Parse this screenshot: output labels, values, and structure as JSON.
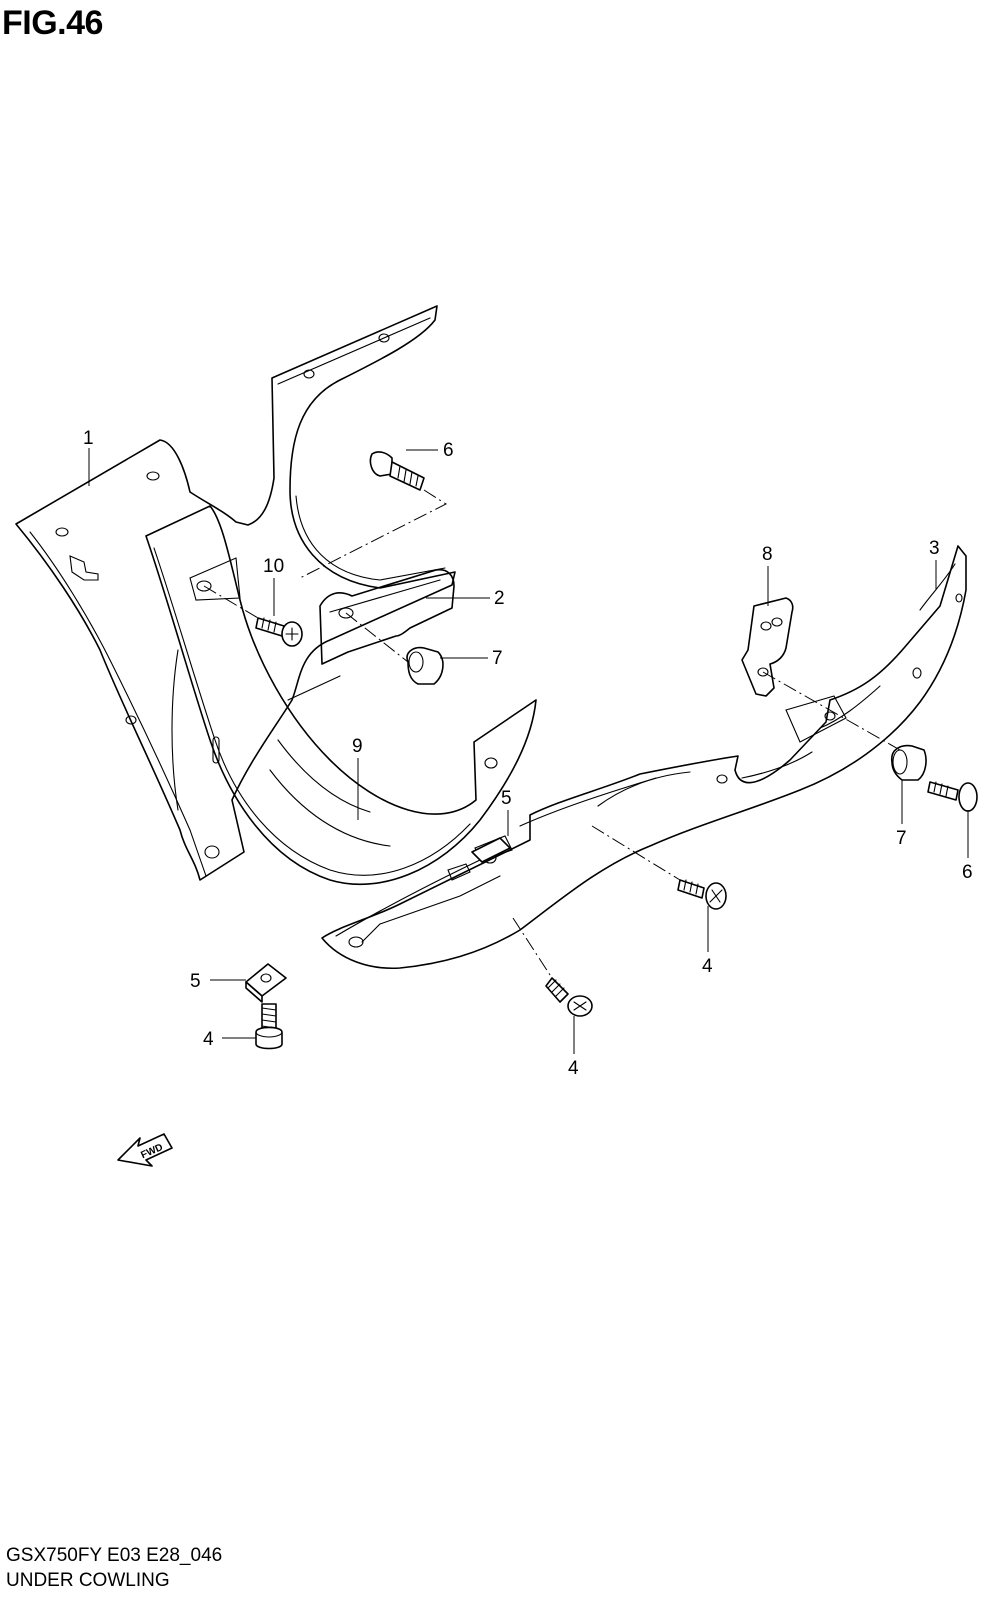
{
  "figure_title": "FIG.46",
  "model_code": "GSX750FY E03 E28_046",
  "section_name": "UNDER COWLING",
  "fwd_label": "FWD",
  "callouts": {
    "c1": "1",
    "c2": "2",
    "c3": "3",
    "c4a": "4",
    "c4b": "4",
    "c4c": "4",
    "c5a": "5",
    "c5b": "5",
    "c6a": "6",
    "c6b": "6",
    "c7a": "7",
    "c7b": "7",
    "c8": "8",
    "c9": "9",
    "c10": "10"
  }
}
